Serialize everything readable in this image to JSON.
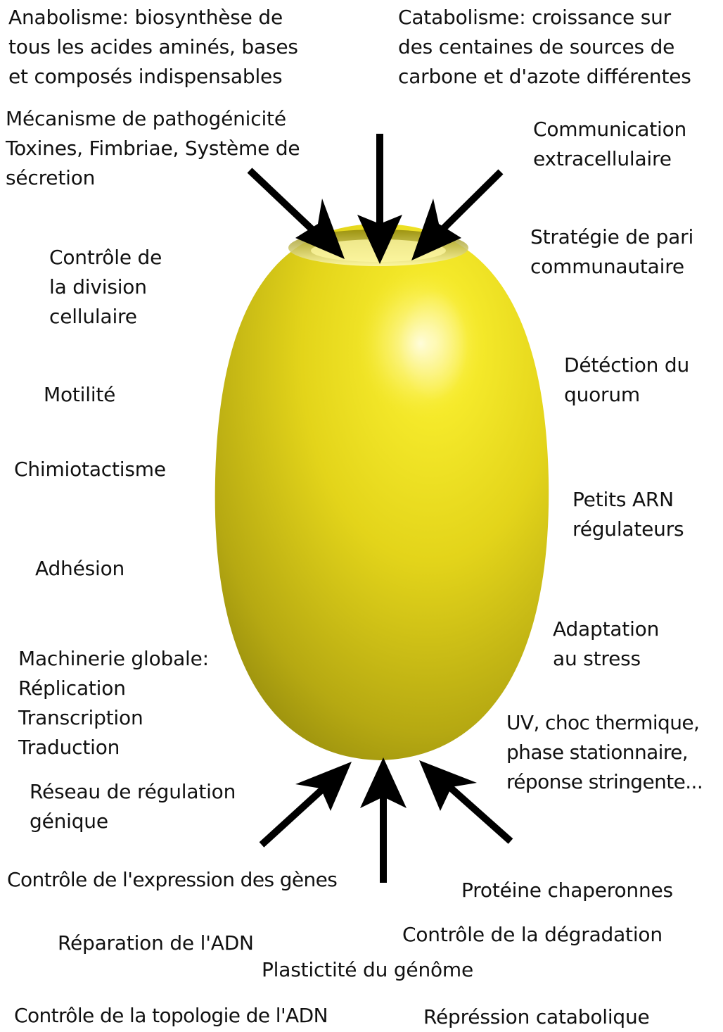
{
  "labels": {
    "anabolisme": [
      "Anabolisme: biosynthèse de",
      "tous les acides aminés, bases",
      "et composés indispensables"
    ],
    "catabolisme": [
      "Catabolisme: croissance sur",
      "des centaines de sources de",
      "carbone et d'azote différentes"
    ],
    "pathogenicite": [
      "Mécanisme de pathogénicité",
      "Toxines, Fimbriae, Système de",
      "sécretion"
    ],
    "communication": [
      "Communication",
      "extracellulaire"
    ],
    "strategie": [
      "Stratégie de pari",
      "communautaire"
    ],
    "division": [
      "Contrôle de",
      "la division",
      "cellulaire"
    ],
    "quorum": [
      "Détéction du",
      "quorum"
    ],
    "motilite": [
      "Motilité"
    ],
    "chimiotactisme": [
      "Chimiotactisme"
    ],
    "petits_arn": [
      "Petits ARN",
      "régulateurs"
    ],
    "adhesion": [
      "Adhésion"
    ],
    "adaptation": [
      "Adaptation",
      "au stress"
    ],
    "machinerie": [
      "Machinerie globale:",
      "Réplication",
      "Transcription",
      "Traduction"
    ],
    "uv": [
      "UV, choc thermique,",
      "phase stationnaire,",
      "réponse stringente..."
    ],
    "reseau": [
      "Réseau de régulation",
      "génique"
    ],
    "expression": [
      "Contrôle de l'expression des gènes"
    ],
    "chaperonnes": [
      "Protéine chaperonnes"
    ],
    "reparation": [
      "Réparation de l'ADN"
    ],
    "degradation": [
      "Contrôle de la dégradation"
    ],
    "plasticite": [
      "Plastictité du génôme"
    ],
    "topologie": [
      "Contrôle de la topologie de l'ADN"
    ],
    "repression": [
      "Répréssion catabolique"
    ]
  },
  "colors": {
    "cell_light": "#fbf27a",
    "cell_mid": "#e9dd16",
    "cell_dark": "#9a8f0c",
    "arrow": "#000000"
  }
}
